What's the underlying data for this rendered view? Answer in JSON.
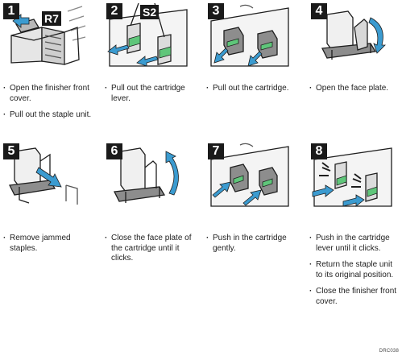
{
  "document": {
    "code": "DRC038",
    "steps": [
      {
        "number": "1",
        "tag": "R7",
        "instructions": [
          "Open the finisher front cover.",
          "Pull out the staple unit."
        ]
      },
      {
        "number": "2",
        "tag": "S2",
        "instructions": [
          "Pull out the cartridge lever."
        ]
      },
      {
        "number": "3",
        "instructions": [
          "Pull out the cartridge."
        ]
      },
      {
        "number": "4",
        "instructions": [
          "Open the face plate."
        ]
      },
      {
        "number": "5",
        "instructions": [
          "Remove jammed staples."
        ]
      },
      {
        "number": "6",
        "instructions": [
          "Close the face plate of the cartridge until it clicks."
        ]
      },
      {
        "number": "7",
        "instructions": [
          "Push in the cartridge gently."
        ]
      },
      {
        "number": "8",
        "instructions": [
          "Push in the cartridge lever until it clicks.",
          "Return the staple unit to its original position.",
          "Close the finisher front cover."
        ]
      }
    ]
  },
  "colors": {
    "arrow": "#3b9bd0",
    "lever_green": "#5fc67a",
    "outline": "#1e1e1e",
    "shade": "#9a9a9a"
  }
}
